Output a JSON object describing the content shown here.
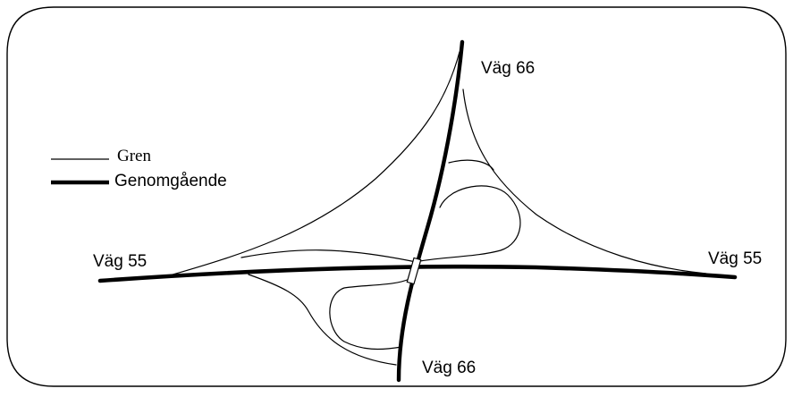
{
  "labels": {
    "road_66_north": "Väg 66",
    "road_66_south": "Väg 66",
    "road_55_west": "Väg 55",
    "road_55_east": "Väg 55"
  },
  "legend": {
    "branch_label": "Gren",
    "through_label": "Genomgående"
  },
  "colors": {
    "stroke": "#000000",
    "background": "#ffffff"
  }
}
